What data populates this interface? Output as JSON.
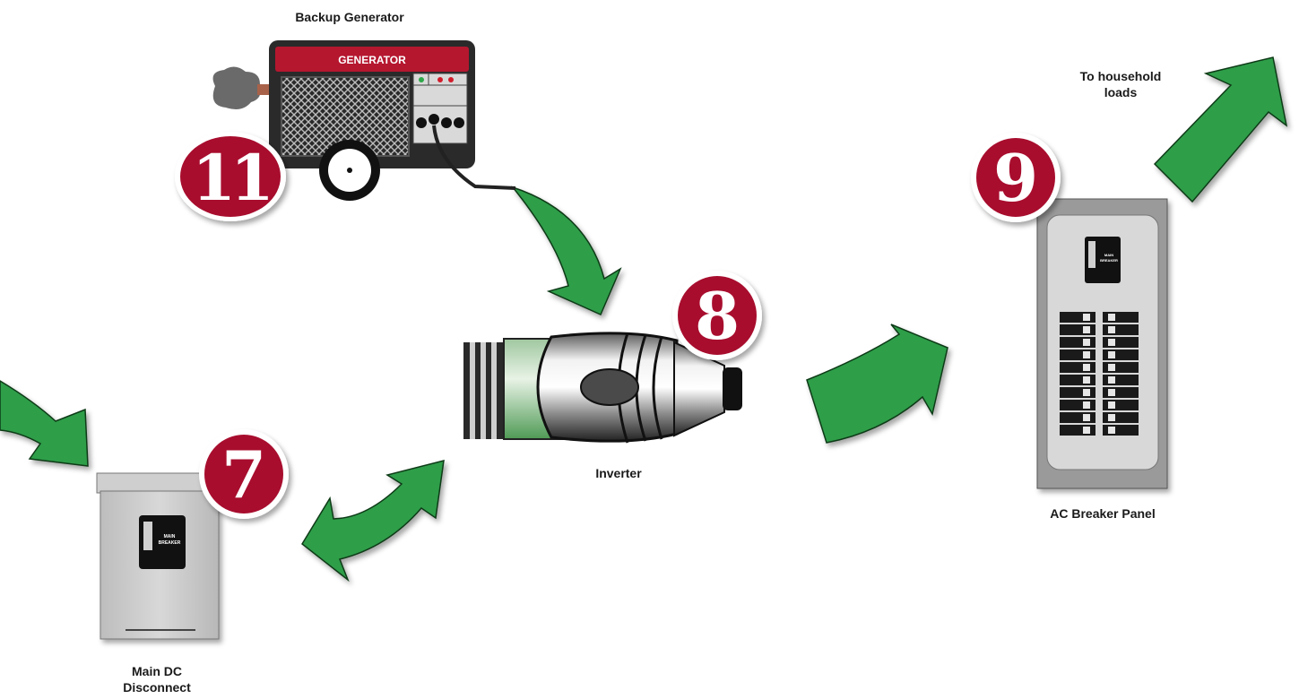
{
  "labels": {
    "generator": "Backup Generator",
    "inverter": "Inverter",
    "dc_disconnect_line1": "Main DC",
    "dc_disconnect_line2": "Disconnect",
    "ac_panel": "AC Breaker Panel",
    "loads_line1": "To household",
    "loads_line2": "loads"
  },
  "generator_header": "GENERATOR",
  "badges": {
    "generator": "11",
    "inverter": "8",
    "ac_panel": "9",
    "dc_disconnect": "7"
  },
  "breaker_text": {
    "dc_line1": "MAIN",
    "dc_line2": "BREAKER",
    "ac_line1": "MAIN",
    "ac_line2": "BREAKER"
  },
  "colors": {
    "arrow": "#2f9e4a",
    "badge": "#a8102e",
    "generator_red": "#b5172f",
    "panel_grey": "#9a9a9a"
  }
}
